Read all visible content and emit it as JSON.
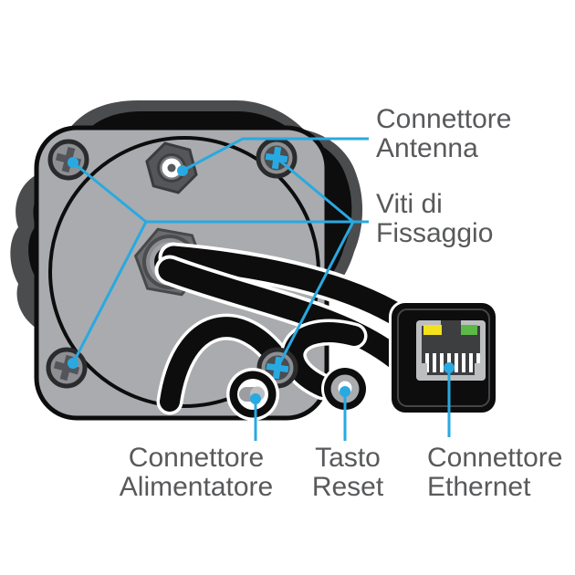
{
  "labels": {
    "antenna": {
      "line1": "Connettore",
      "line2": "Antenna"
    },
    "screws": {
      "line1": "Viti di",
      "line2": "Fissaggio"
    },
    "power": {
      "line1": "Connettore",
      "line2": "Alimentatore"
    },
    "reset": {
      "line1": "Tasto",
      "line2": "Reset"
    },
    "ethernet": {
      "line1": "Connettore",
      "line2": "Ethernet"
    }
  },
  "parts": {
    "antenna_connector": "Connettore Antenna",
    "fixing_screws": "Viti di Fissaggio",
    "power_connector": "Connettore Alimentatore",
    "reset_button": "Tasto Reset",
    "ethernet_connector": "Connettore Ethernet"
  },
  "colors": {
    "background": "#ffffff",
    "leader_blue": "#29a9e1",
    "label_text": "#58595b",
    "plate_gray": "#a9abae",
    "hood_gray": "#4b4c4e",
    "cable_black": "#0d0d0e",
    "led_yellow": "#f2e11c",
    "led_green": "#5bb947"
  }
}
